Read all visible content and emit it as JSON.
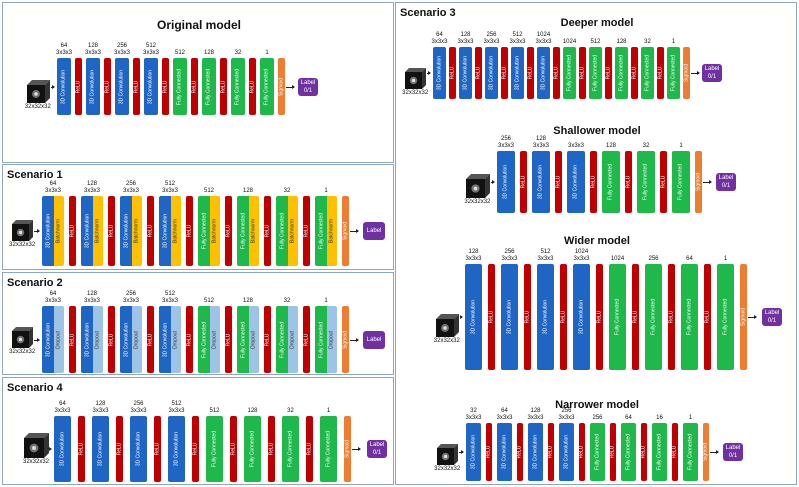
{
  "colors": {
    "conv": "#1f66c4",
    "relu": "#c00000",
    "fc": "#1fb84a",
    "sigmoid": "#ed7d31",
    "label": "#7030a0",
    "batchnorm": "#ffc000",
    "dropout": "#9dc3e6"
  },
  "block_text": {
    "conv": "3D Convolution",
    "relu": "ReLU",
    "fc": "Fully Connected",
    "sigmoid": "Sigmoid",
    "batchnorm": "Batchnorm",
    "dropout": "Dropout"
  },
  "input_label": "32x32x32",
  "kernel": "3x3x3",
  "panels": {
    "original": {
      "title": "Original model",
      "conv": [
        "64",
        "128",
        "256",
        "512"
      ],
      "fc": [
        "512",
        "128",
        "32",
        "1"
      ],
      "label": [
        "Label",
        "0/1"
      ]
    },
    "scenario1": {
      "title": "Scenario 1",
      "conv": [
        "64",
        "128",
        "256",
        "512"
      ],
      "fc": [
        "512",
        "128",
        "32",
        "1"
      ],
      "label": [
        "Label"
      ]
    },
    "scenario2": {
      "title": "Scenario 2",
      "conv": [
        "64",
        "128",
        "256",
        "512"
      ],
      "fc": [
        "512",
        "128",
        "32",
        "1"
      ],
      "label": [
        "Label"
      ]
    },
    "scenario4": {
      "title": "Scenario 4",
      "conv": [
        "64",
        "128",
        "256",
        "512"
      ],
      "fc": [
        "512",
        "128",
        "32",
        "1"
      ],
      "label": [
        "Label",
        "0/1"
      ]
    },
    "scenario3": {
      "title": "Scenario 3",
      "deeper": {
        "title": "Deeper model",
        "conv": [
          "64",
          "128",
          "256",
          "512",
          "1024"
        ],
        "fc": [
          "1024",
          "512",
          "128",
          "32",
          "1"
        ],
        "label": [
          "Label",
          "0/1"
        ]
      },
      "shallower": {
        "title": "Shallower model",
        "conv": [
          "256",
          "128",
          ""
        ],
        "fc": [
          "128",
          "32",
          "1"
        ],
        "label": [
          "Label",
          "0/1"
        ]
      },
      "wider": {
        "title": "Wider model",
        "conv": [
          "128",
          "256",
          "512",
          "1024"
        ],
        "fc": [
          "1024",
          "256",
          "64",
          "1"
        ],
        "label": [
          "Label",
          "0/1"
        ]
      },
      "narrower": {
        "title": "Narrower model",
        "conv": [
          "32",
          "64",
          "128",
          "256"
        ],
        "fc": [
          "256",
          "64",
          "16",
          "1"
        ],
        "label": [
          "Label",
          "0/1"
        ]
      }
    }
  }
}
